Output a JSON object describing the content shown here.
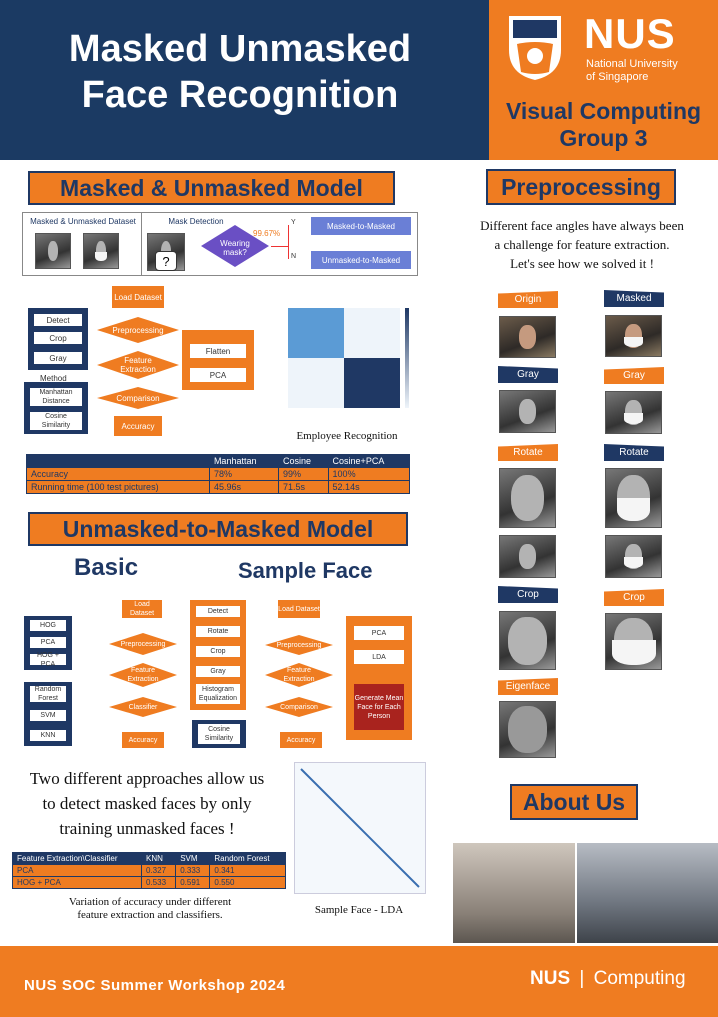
{
  "header": {
    "title_line1": "Masked Unmasked",
    "title_line2": "Face Recognition",
    "nus_word": "NUS",
    "nus_sub1": "National University",
    "nus_sub2": "of Singapore",
    "group_line1": "Visual Computing",
    "group_line2": "Group 3"
  },
  "section1": {
    "title": "Masked & Unmasked Model",
    "dataset_label": "Masked & Unmasked Dataset",
    "mask_detection_label": "Mask Detection",
    "wearing_mask": "Wearing mask?",
    "confidence": "99.67%",
    "yes": "Y",
    "no": "N",
    "masked_to_masked": "Masked-to-Masked",
    "unmasked_to_masked": "Unmasked-to-Masked",
    "flow": {
      "load": "Load Dataset",
      "preprocessing": "Preprocessing",
      "feature": "Feature Extraction",
      "comparison": "Comparison",
      "accuracy": "Accuracy",
      "detect": "Detect",
      "crop": "Crop",
      "gray": "Gray",
      "method": "Method",
      "manhattan": "Manhattan Distance",
      "cosine": "Cosine Similarity",
      "flatten": "Flatten",
      "pca": "PCA"
    },
    "employee_caption": "Employee Recognition",
    "table": {
      "headers": [
        "",
        "Manhattan",
        "Cosine",
        "Cosine+PCA"
      ],
      "rows": [
        [
          "Accuracy",
          "78%",
          "99%",
          "100%"
        ],
        [
          "Running time (100 test pictures)",
          "45.96s",
          "71.5s",
          "52.14s"
        ]
      ]
    }
  },
  "section2": {
    "title": "Unmasked-to-Masked Model",
    "basic": "Basic",
    "sample_face": "Sample Face",
    "basic_flow": {
      "load": "Load Dataset",
      "preprocessing": "Preprocessing",
      "feature": "Feature Extraction",
      "classifier": "Classifier",
      "accuracy": "Accuracy",
      "hog": "HOG",
      "pca": "PCA",
      "hog_pca": "HOG + PCA",
      "rf": "Random Forest",
      "svm": "SVM",
      "knn": "KNN"
    },
    "mid_flow": {
      "detect": "Detect",
      "rotate": "Rotate",
      "crop": "Crop",
      "gray": "Gray",
      "hist": "Histogram Equalization",
      "cosine": "Cosine Similarity"
    },
    "sample_flow": {
      "load": "Load Dataset",
      "preprocessing": "Preprocessing",
      "feature": "Feature Extraction",
      "comparison": "Comparison",
      "accuracy": "Accuracy",
      "pca": "PCA",
      "lda": "LDA",
      "generate": "Generate Mean Face for Each Person"
    },
    "statement_line1": "Two different approaches allow us",
    "statement_line2": "to detect masked faces by only",
    "statement_line3": "training unmasked faces !",
    "table": {
      "headers": [
        "Feature Extraction\\Classifier",
        "KNN",
        "SVM",
        "Random Forest"
      ],
      "rows": [
        [
          "PCA",
          "0.327",
          "0.333",
          "0.341"
        ],
        [
          "HOG + PCA",
          "0.533",
          "0.591",
          "0.550"
        ]
      ]
    },
    "table_caption_line1": "Variation of accuracy under different",
    "table_caption_line2": "feature extraction and classifiers.",
    "lda_caption": "Sample Face - LDA"
  },
  "preprocessing": {
    "title": "Preprocessing",
    "desc_line1": "Different face angles have always been",
    "desc_line2": "a challenge for feature extraction.",
    "desc_line3": "Let's see how we solved it !",
    "left_tags": [
      "Origin",
      "Gray",
      "Rotate",
      "Crop",
      "Eigenface"
    ],
    "right_tags": [
      "Masked",
      "Gray",
      "Rotate",
      "Crop"
    ]
  },
  "about": {
    "title": "About Us"
  },
  "footer": {
    "text": "NUS SOC Summer Workshop 2024",
    "logo_nus": "NUS",
    "logo_computing": "Computing"
  },
  "colors": {
    "navy": "#1b3a63",
    "orange": "#ef7c21"
  }
}
